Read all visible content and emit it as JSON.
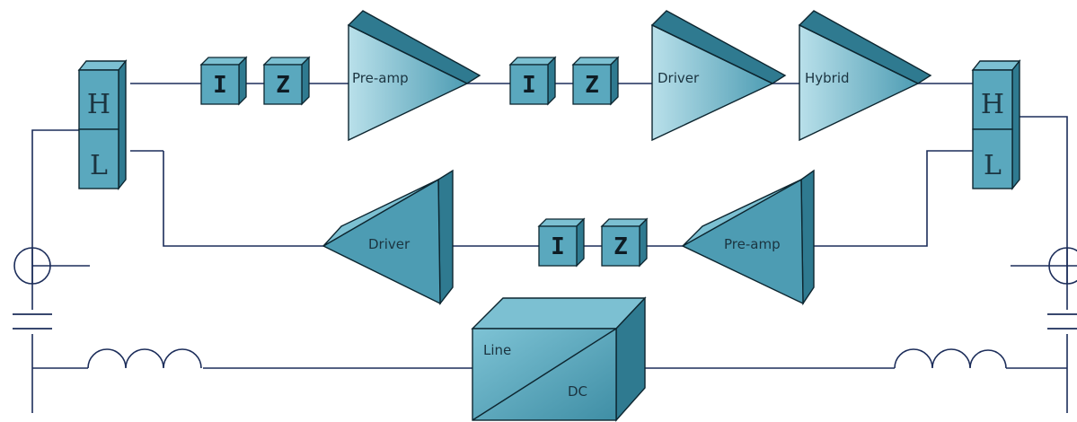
{
  "diagram": {
    "hybrid_left": {
      "top": "H",
      "bottom": "L"
    },
    "hybrid_right": {
      "top": "H",
      "bottom": "L"
    },
    "forward_path": {
      "block1_a": "I",
      "block1_b": "Z",
      "preamp": "Pre-amp",
      "block2_a": "I",
      "block2_b": "Z",
      "driver": "Driver",
      "hybrid": "Hybrid"
    },
    "return_path": {
      "driver": "Driver",
      "block_a": "I",
      "block_b": "Z",
      "preamp": "Pre-amp"
    },
    "power_separator": {
      "input": "Line",
      "output": "DC"
    }
  },
  "colors": {
    "wire": "#1c2d5a",
    "box_front": "#5aa8be",
    "box_top": "#7cc0d2",
    "box_side": "#2f7a90",
    "edge": "#0d2630"
  }
}
